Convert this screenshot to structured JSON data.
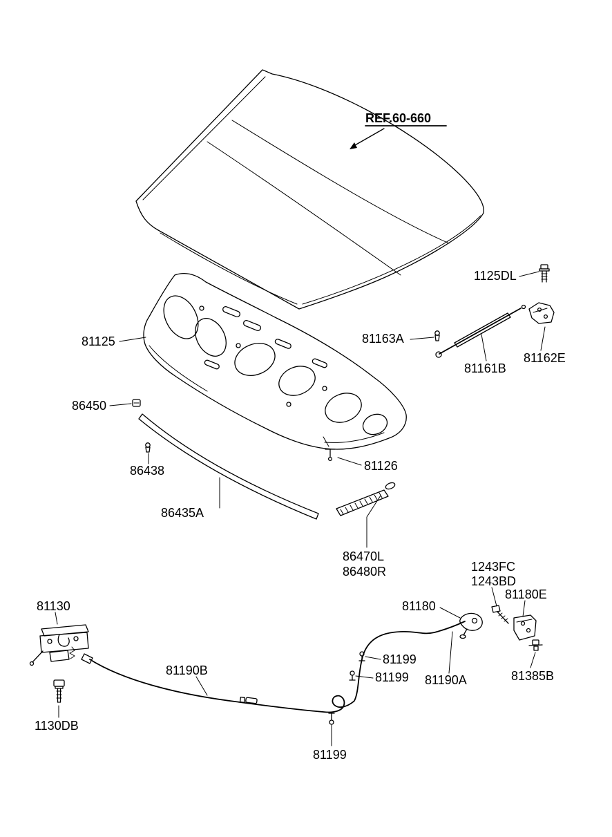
{
  "diagram": {
    "background": "#ffffff",
    "line_color": "#000000",
    "labels": {
      "ref": "REF.60-660",
      "1125DL": "1125DL",
      "81163A": "81163A",
      "81161B": "81161B",
      "81162E": "81162E",
      "81125": "81125",
      "86450": "86450",
      "86438": "86438",
      "81126": "81126",
      "86435A": "86435A",
      "86470L": "86470L",
      "86480R": "86480R",
      "1243FC": "1243FC",
      "1243BD": "1243BD",
      "81180E": "81180E",
      "81180": "81180",
      "81130": "81130",
      "81199": "81199",
      "81190A": "81190A",
      "81385B": "81385B",
      "81190B": "81190B",
      "1130DB": "1130DB"
    }
  }
}
